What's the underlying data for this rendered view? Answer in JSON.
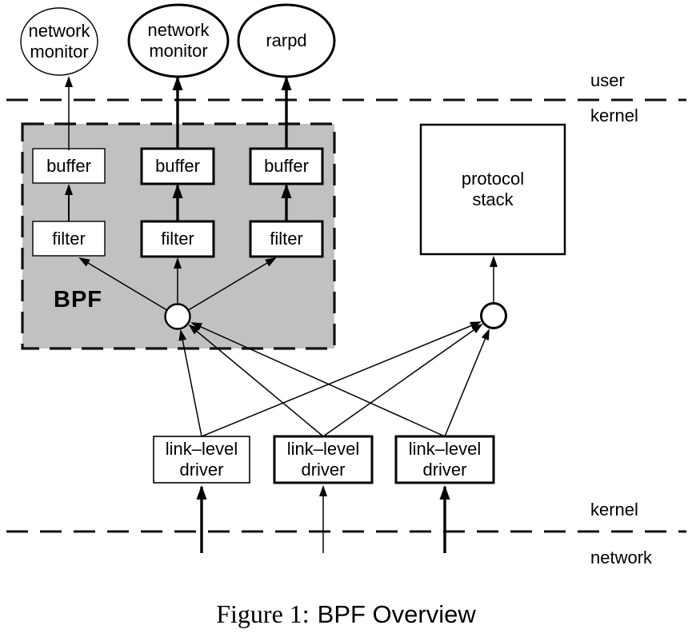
{
  "figure": {
    "caption": {
      "prefix": "Figure 1:",
      "title": "BPF Overview"
    },
    "colors": {
      "background": "#ffffff",
      "line": "#000000",
      "bpf_fill": "#c1c1c1"
    },
    "layer_labels": {
      "user": "user",
      "kernel_upper": "kernel",
      "kernel_lower": "kernel",
      "network": "network"
    },
    "bpf": {
      "label": "BPF"
    },
    "user_processes": [
      {
        "label": "network\nmonitor"
      },
      {
        "label": "network\nmonitor"
      },
      {
        "label": "rarpd"
      }
    ],
    "buffers": [
      {
        "label": "buffer"
      },
      {
        "label": "buffer"
      },
      {
        "label": "buffer"
      }
    ],
    "filters": [
      {
        "label": "filter"
      },
      {
        "label": "filter"
      },
      {
        "label": "filter"
      }
    ],
    "protocol_stack": {
      "label": "protocol\nstack"
    },
    "link_level_drivers": [
      {
        "label": "link–level\ndriver"
      },
      {
        "label": "link–level\ndriver"
      },
      {
        "label": "link–level\ndriver"
      }
    ]
  }
}
